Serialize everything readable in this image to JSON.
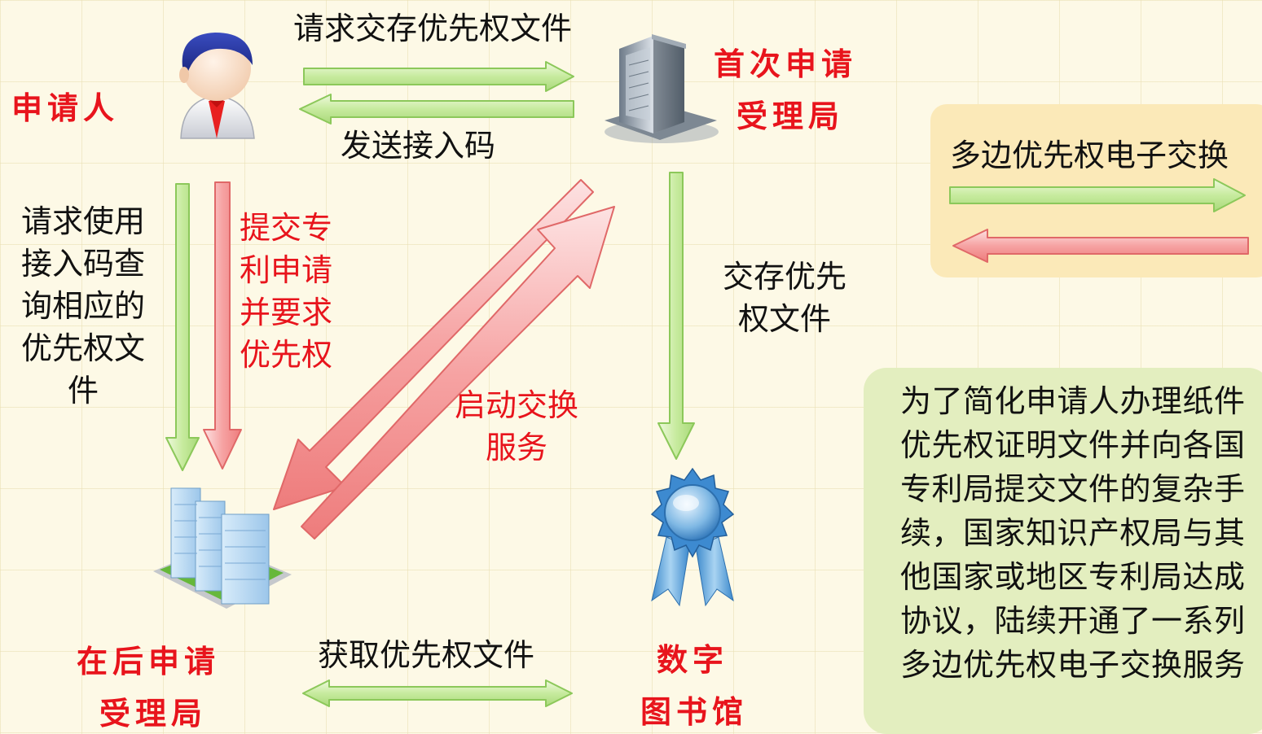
{
  "applicant": {
    "label": "申请人"
  },
  "first_office": {
    "label_line1": "首次申请",
    "label_line2": "受理局"
  },
  "later_office": {
    "label_line1": "在后申请",
    "label_line2": "受理局"
  },
  "digital_library": {
    "label_line1": "数字",
    "label_line2": "图书馆"
  },
  "arrows": {
    "request_deposit": "请求交存优先权文件",
    "send_access_code": "发送接入码",
    "request_query": "请求使用接入码查询相应的优先权文件",
    "submit_patent": "提交专利申请并要求优先权",
    "start_exchange": "启动交换服务",
    "deposit_docs": "交存优先权文件",
    "retrieve_docs": "获取优先权文件"
  },
  "legend": {
    "title": "多边优先权电子交换"
  },
  "note": {
    "text": "为了简化申请人办理纸件优先权证明文件并向各国专利局提交文件的复杂手续，国家知识产权局与其他国家或地区专利局达成协议，陆续开通了一系列多边优先权电子交换服务"
  },
  "colors": {
    "green_arrow": "#c8eaa0",
    "green_stroke": "#8cc85a",
    "red_arrow": "#f6a0a0",
    "red_stroke": "#e06868",
    "label_red": "#e8141c"
  },
  "icons": {
    "applicant": "person-icon",
    "first_office": "office-building-icon",
    "later_office": "buildings-icon",
    "digital_library": "award-ribbon-icon"
  }
}
